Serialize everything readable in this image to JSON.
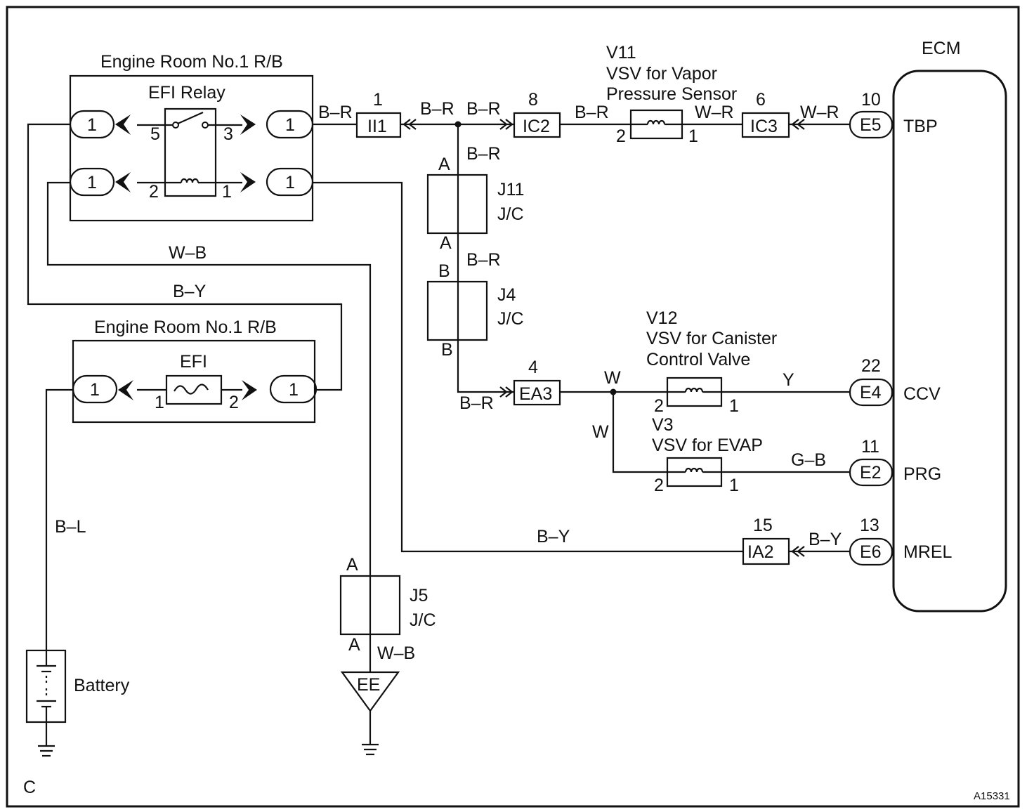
{
  "corner_label": "C",
  "figure_code": "A15331",
  "er_rb_top": {
    "title": "Engine Room No.1 R/B",
    "relay_label": "EFI Relay",
    "pins": {
      "p5": "5",
      "p3": "3",
      "p2": "2",
      "p1": "1"
    },
    "connectors": {
      "tl": "1",
      "tr": "1",
      "bl": "1",
      "br": "1"
    }
  },
  "er_rb_bottom": {
    "title": "Engine Room No.1 R/B",
    "fuse_label": "EFI",
    "pins": {
      "p1": "1",
      "p2": "2"
    },
    "connectors": {
      "left": "1",
      "right": "1"
    }
  },
  "connectors": {
    "ii1": {
      "label": "II1",
      "pin": "1"
    },
    "ic2": {
      "label": "IC2",
      "pin": "8"
    },
    "ic3": {
      "label": "IC3",
      "pin": "6"
    },
    "ea3": {
      "label": "EA3",
      "pin": "4"
    },
    "ia2": {
      "label": "IA2",
      "pin": "15"
    }
  },
  "wires": {
    "br1": "B–R",
    "br2": "B–R",
    "br3": "B–R",
    "br4": "B–R",
    "br5": "B–R",
    "br6": "B–R",
    "br7": "B–R",
    "wr1": "W–R",
    "wr2": "W–R",
    "wb1": "W–B",
    "wb2": "W–B",
    "by1": "B–Y",
    "by2": "B–Y",
    "by3": "B–Y",
    "bl": "B–L",
    "w1": "W",
    "w2": "W",
    "y": "Y",
    "gb": "G–B"
  },
  "vsv": {
    "v11": {
      "id": "V11",
      "line1": "VSV for Vapor",
      "line2": "Pressure Sensor",
      "pin_l": "2",
      "pin_r": "1"
    },
    "v12": {
      "id": "V12",
      "line1": "VSV for Canister",
      "line2": "Control Valve",
      "pin_l": "2",
      "pin_r": "1"
    },
    "v3": {
      "id": "V3",
      "line1": "VSV for EVAP",
      "pin_l": "2",
      "pin_r": "1"
    }
  },
  "junctions": {
    "j11": {
      "id": "J11",
      "type": "J/C",
      "top": "A",
      "bottom": "A"
    },
    "j4": {
      "id": "J4",
      "type": "J/C",
      "top": "B",
      "bottom": "B"
    },
    "j5": {
      "id": "J5",
      "type": "J/C",
      "top": "A",
      "bottom": "A"
    }
  },
  "ecm": {
    "title": "ECM",
    "terminals": [
      {
        "pin": "10",
        "code": "E5",
        "signal": "TBP"
      },
      {
        "pin": "22",
        "code": "E4",
        "signal": "CCV"
      },
      {
        "pin": "11",
        "code": "E2",
        "signal": "PRG"
      },
      {
        "pin": "13",
        "code": "E6",
        "signal": "MREL"
      }
    ]
  },
  "battery_label": "Battery",
  "ground_label": "EE"
}
